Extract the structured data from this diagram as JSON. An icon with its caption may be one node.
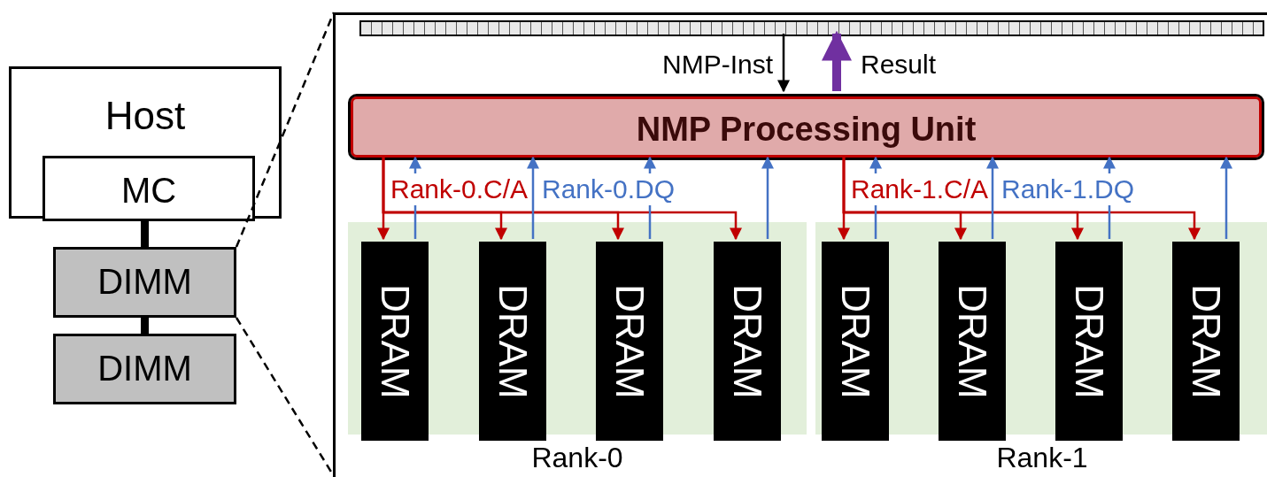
{
  "diagram": {
    "nodes": [
      {
        "text": [
          "Host"
        ]
      },
      {
        "text": [
          "MC"
        ],
        "in": 0
      },
      {
        "text": [
          "DIMM"
        ]
      },
      {
        "text": [
          "DIMM"
        ]
      },
      {
        "text": [],
        "shape": "box"
      },
      {
        "text": [],
        "shape": "bar",
        "in": 4
      },
      {
        "text": [
          "NMP Processing Unit"
        ],
        "in": 4
      },
      {
        "text": [
          "Rank-0"
        ],
        "in": 4
      },
      {
        "text": [
          "DRAM"
        ],
        "in": 7
      },
      {
        "text": [
          "DRAM"
        ],
        "in": 7
      },
      {
        "text": [
          "DRAM"
        ],
        "in": 7
      },
      {
        "text": [
          "DRAM"
        ],
        "in": 7
      },
      {
        "text": [
          "Rank-1"
        ],
        "in": 4
      },
      {
        "text": [
          "DRAM"
        ],
        "in": 12
      },
      {
        "text": [
          "DRAM"
        ],
        "in": 12
      },
      {
        "text": [
          "DRAM"
        ],
        "in": 12
      },
      {
        "text": [
          "DRAM"
        ],
        "in": 12
      }
    ],
    "edges": [
      {
        "from": 1,
        "to": 2,
        "arrow": "none",
        "style": "thick",
        "color": "#000000"
      },
      {
        "from": 2,
        "to": 3,
        "arrow": "none",
        "style": "thick",
        "color": "#000000"
      },
      {
        "from": 2,
        "to": 4,
        "arrow": "none",
        "style": "dashed",
        "color": "#000000"
      },
      {
        "from": 2,
        "to": 4,
        "arrow": "none",
        "style": "dashed",
        "color": "#000000"
      },
      {
        "from": 5,
        "to": 6,
        "arrow": "to",
        "label": "NMP-Inst",
        "color": "#000000"
      },
      {
        "from": 6,
        "to": 5,
        "arrow": "to",
        "label": "Result",
        "style": "thick",
        "color": "#7030a0"
      },
      {
        "from": 6,
        "to": 8,
        "arrow": "to",
        "label": "Rank-0.C/A",
        "color": "#c00000"
      },
      {
        "from": 6,
        "to": 9,
        "arrow": "to",
        "color": "#c00000"
      },
      {
        "from": 6,
        "to": 10,
        "arrow": "to",
        "color": "#c00000"
      },
      {
        "from": 6,
        "to": 11,
        "arrow": "to",
        "color": "#c00000"
      },
      {
        "from": 8,
        "to": 6,
        "arrow": "to",
        "color": "#4472c4"
      },
      {
        "from": 9,
        "to": 6,
        "arrow": "to",
        "color": "#4472c4"
      },
      {
        "from": 10,
        "to": 6,
        "arrow": "to",
        "label": "Rank-0.DQ",
        "color": "#4472c4"
      },
      {
        "from": 11,
        "to": 6,
        "arrow": "to",
        "color": "#4472c4"
      },
      {
        "from": 6,
        "to": 13,
        "arrow": "to",
        "label": "Rank-1.C/A",
        "color": "#c00000"
      },
      {
        "from": 6,
        "to": 14,
        "arrow": "to",
        "color": "#c00000"
      },
      {
        "from": 6,
        "to": 15,
        "arrow": "to",
        "color": "#c00000"
      },
      {
        "from": 6,
        "to": 16,
        "arrow": "to",
        "color": "#c00000"
      },
      {
        "from": 13,
        "to": 6,
        "arrow": "to",
        "color": "#4472c4"
      },
      {
        "from": 14,
        "to": 6,
        "arrow": "to",
        "color": "#4472c4"
      },
      {
        "from": 15,
        "to": 6,
        "arrow": "to",
        "label": "Rank-1.DQ",
        "color": "#4472c4"
      },
      {
        "from": 16,
        "to": 6,
        "arrow": "to",
        "color": "#4472c4"
      }
    ]
  }
}
